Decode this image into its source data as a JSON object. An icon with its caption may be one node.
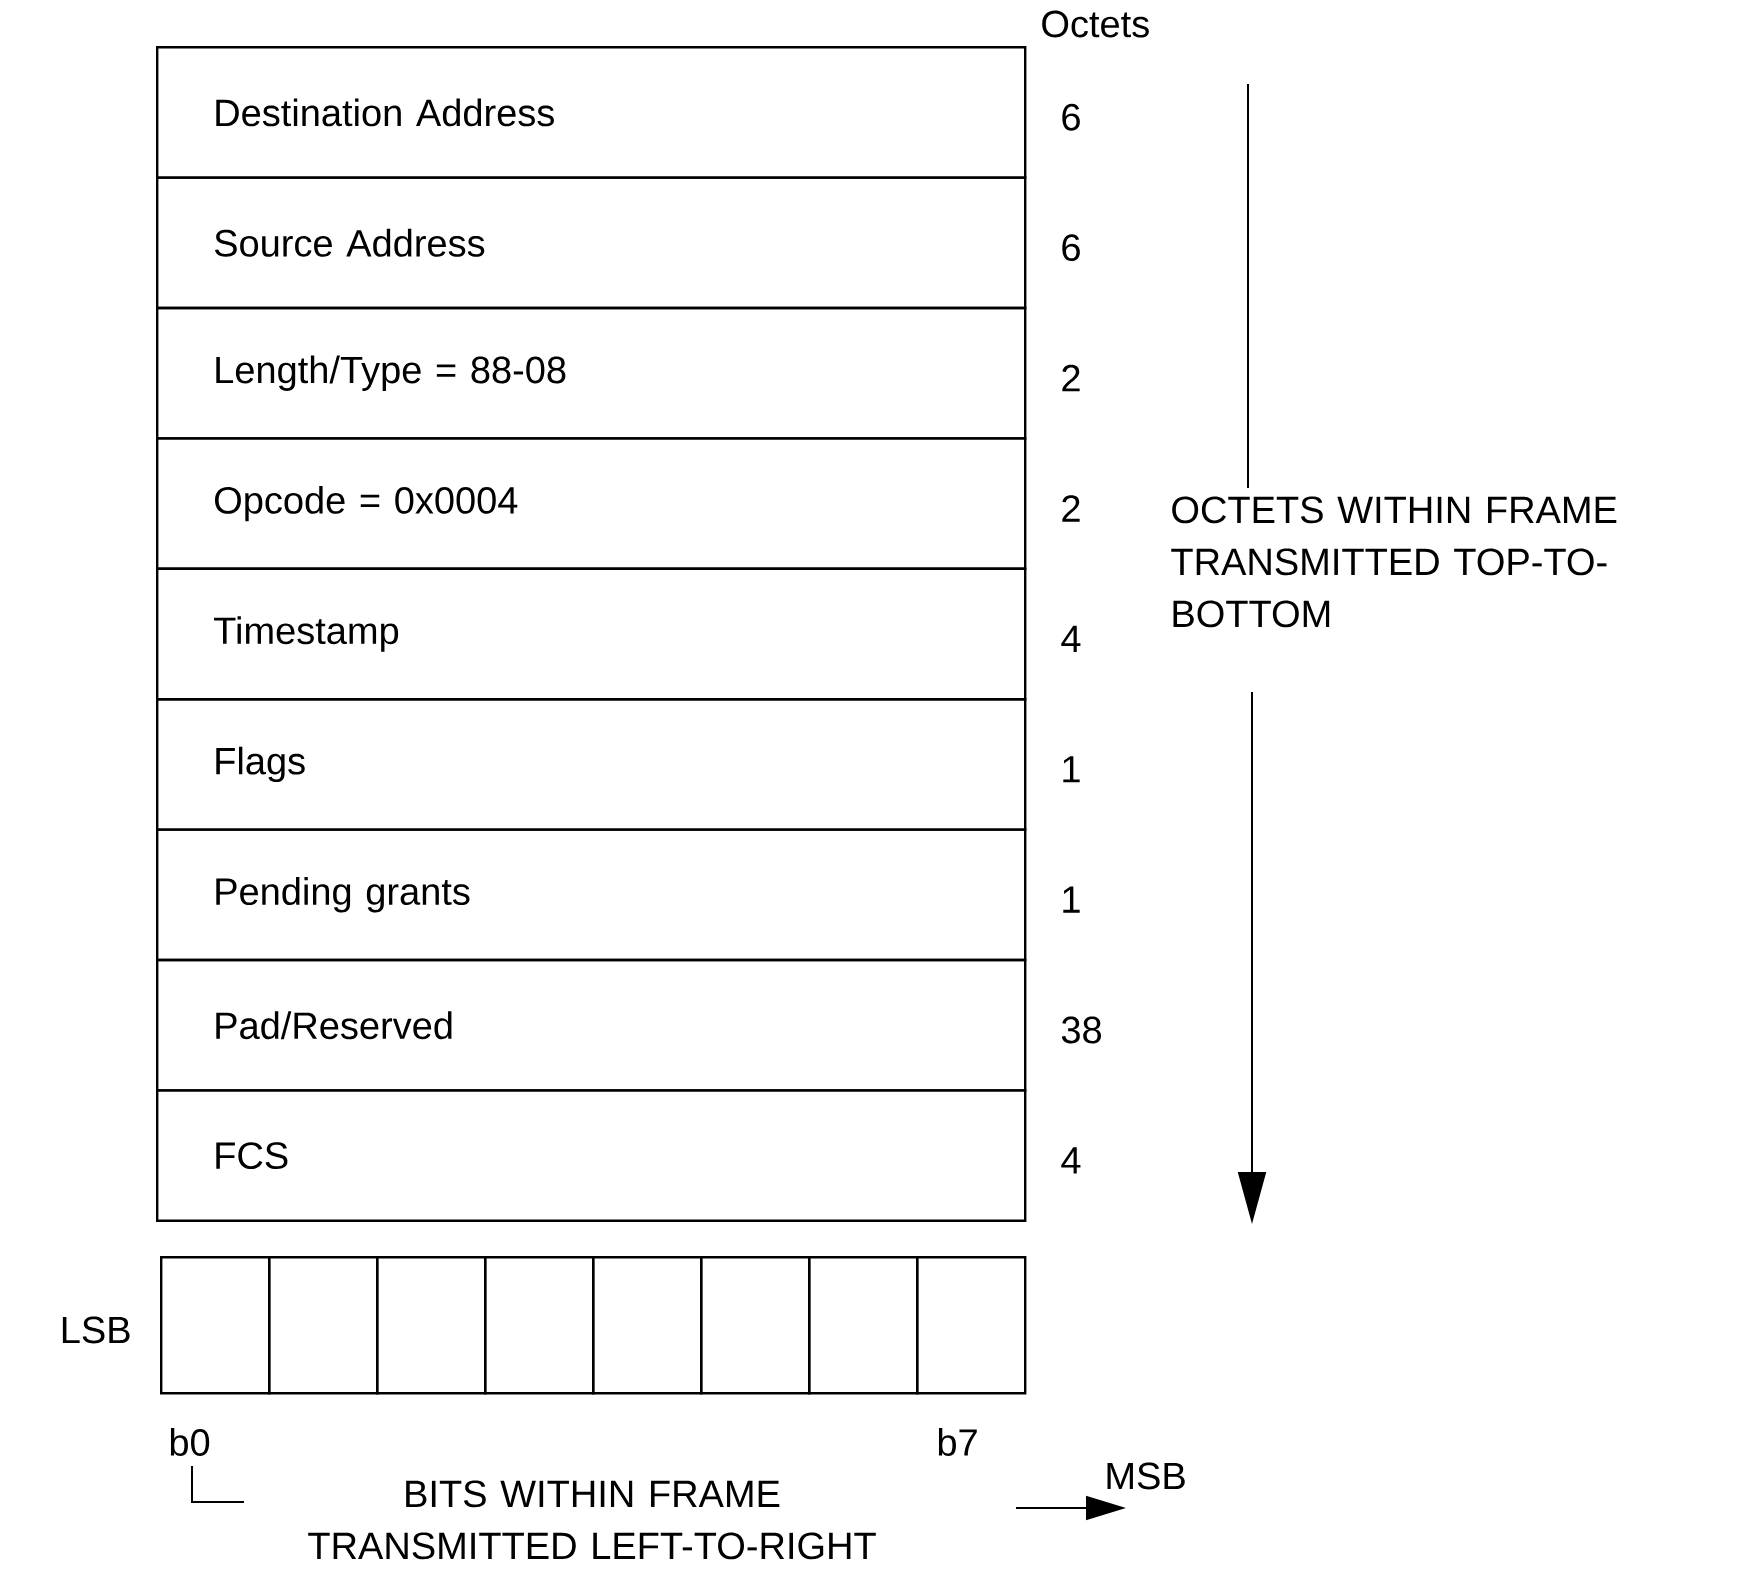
{
  "diagram": {
    "nodes": [
      {
        "text": [
          "Destination Address"
        ],
        "beside": [
          "6"
        ]
      },
      {
        "text": [
          "Source Address"
        ],
        "beside": [
          "6"
        ]
      },
      {
        "text": [
          "Length/Type = 88-08"
        ],
        "beside": [
          "2"
        ]
      },
      {
        "text": [
          "Opcode = 0x0004"
        ],
        "beside": [
          "2"
        ]
      },
      {
        "text": [
          "Timestamp"
        ],
        "beside": [
          "4"
        ]
      },
      {
        "text": [
          "Flags"
        ],
        "beside": [
          "1"
        ]
      },
      {
        "text": [
          "Pending grants"
        ],
        "beside": [
          "1"
        ]
      },
      {
        "text": [
          "Pad/Reserved"
        ],
        "beside": [
          "38"
        ]
      },
      {
        "text": [
          "FCS"
        ],
        "beside": [
          "4"
        ]
      },
      {
        "text": [],
        "shape": "box"
      },
      {
        "text": [],
        "shape": "box"
      },
      {
        "text": [],
        "shape": "box"
      },
      {
        "text": [],
        "shape": "box"
      },
      {
        "text": [],
        "shape": "box"
      },
      {
        "text": [],
        "shape": "box"
      },
      {
        "text": [],
        "shape": "box"
      },
      {
        "text": [],
        "shape": "box"
      }
    ],
    "labels": [
      "Octets",
      "OCTETS WITHIN FRAME TRANSMITTED TOP-TO-BOTTOM",
      "LSB",
      "b0",
      "b7",
      "MSB",
      "BITS WITHIN FRAME TRANSMITTED LEFT-TO-RIGHT"
    ]
  }
}
